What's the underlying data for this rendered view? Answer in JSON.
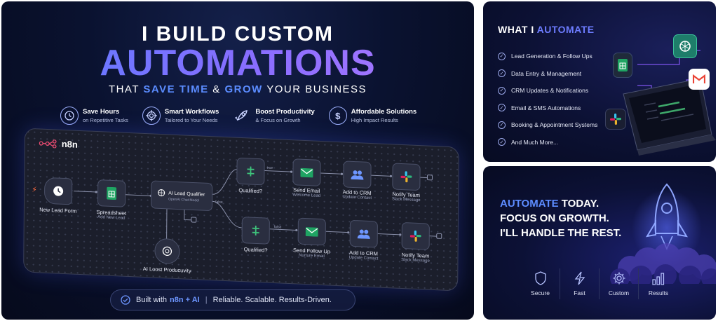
{
  "hero": {
    "line1": "I BUILD CUSTOM",
    "line2": "AUTOMATIONS",
    "line3_pre": "THAT ",
    "line3_hl1": "SAVE TIME",
    "line3_mid": " & ",
    "line3_hl2": "GROW",
    "line3_post": " YOUR BUSINESS"
  },
  "benefits": [
    {
      "title": "Save Hours",
      "sub": "on Repetitive Tasks",
      "icon": "clock-icon"
    },
    {
      "title": "Smart Workflows",
      "sub": "Tailored to Your Needs",
      "icon": "target-icon"
    },
    {
      "title": "Boost Productivity",
      "sub": "& Focus on Growth",
      "icon": "rocket-icon"
    },
    {
      "title": "Affordable Solutions",
      "sub": "High Impact Results",
      "icon": "dollar-icon"
    }
  ],
  "workflow": {
    "brand": "n8n",
    "nodes": {
      "trigger": {
        "label": "New Lead Form"
      },
      "sheet": {
        "label": "Spreadsheet",
        "sub": "Add New Lead"
      },
      "ai": {
        "label": "AI Lead Qualifier",
        "sub": "OpenAI Chat Model"
      },
      "ai_sub": {
        "label": "AI Loost Producuvity"
      },
      "q1": {
        "label": "Qualified?"
      },
      "email1": {
        "label": "Send Email",
        "sub": "Welcome Lead"
      },
      "crm1": {
        "label": "Add to CRM",
        "sub": "Update Contact"
      },
      "slack1": {
        "label": "Notify Team",
        "sub": "Slack Message"
      },
      "q2": {
        "label": "Qualified?"
      },
      "email2": {
        "label": "Send Follow Up",
        "sub": "Nurture Email"
      },
      "crm2": {
        "label": "Add to CRM",
        "sub": "Update Contact"
      },
      "slack2": {
        "label": "Notify Team",
        "sub": "Slack Message"
      }
    },
    "edge_true": "true",
    "edge_false": "false"
  },
  "built": {
    "pre": "Built with",
    "hl": "n8n + AI",
    "sep": "|",
    "post": "Reliable. Scalable. Results-Driven."
  },
  "automate": {
    "title_pre": "WHAT I ",
    "title_hl": "AUTOMATE",
    "items": [
      "Lead Generation & Follow Ups",
      "Data Entry & Management",
      "CRM Updates & Notifications",
      "Email & SMS Automations",
      "Booking & Appointment Systems",
      "And Much More..."
    ]
  },
  "growth": {
    "line1_hl": "AUTOMATE",
    "line1_post": " TODAY.",
    "line2": "FOCUS ON GROWTH.",
    "line3": "I'LL HANDLE THE REST.",
    "pillars": [
      {
        "label": "Secure",
        "icon": "shield-icon"
      },
      {
        "label": "Fast",
        "icon": "lightning-icon"
      },
      {
        "label": "Custom",
        "icon": "gear-icon"
      },
      {
        "label": "Results",
        "icon": "bar-chart-icon"
      }
    ]
  },
  "colors": {
    "accent": "#5b7cff",
    "accent_purple": "#a07bff",
    "bg_dark": "#0a1230",
    "sheets_green": "#1fa463",
    "gmail_red": "#ea4335"
  }
}
